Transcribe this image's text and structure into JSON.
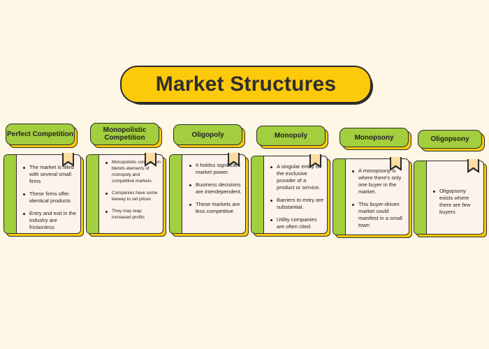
{
  "title": "Market Structures",
  "colors": {
    "background": "#FEF7E6",
    "yellow": "#FCCA0A",
    "green": "#A3CE3E",
    "card": "#FCF3EC",
    "outline": "#2B2B2B",
    "bookmark": "#FCDCA0"
  },
  "columns": [
    {
      "heading": "Perfect Competition",
      "points": [
        "The market is filled with several small firms",
        "These firms offer identical products",
        "Entry and exit in the industry are frictionless"
      ]
    },
    {
      "heading": "Monopolistic Competition",
      "points": [
        "Monopolistic competition blends elements of monopoly and competitive markets",
        "Companies have some leeway to set prices",
        "They may reap increased profits"
      ]
    },
    {
      "heading": "Oligopoly",
      "points": [
        "It holdss significant market power.",
        "Business decisions are interdependent.",
        "These markets are less competitive"
      ]
    },
    {
      "heading": "Monopoly",
      "points": [
        "A singular entity is the exclusive provider of a product or service.",
        "Barriers to entry are substantial.",
        "Utility companies are often cited."
      ]
    },
    {
      "heading": "Monopsony",
      "points": [
        "A monopsony is where there's only one buyer in the market.",
        "This buyer-driven market could manifest in a small town"
      ]
    },
    {
      "heading": "Oligopsony",
      "points": [
        "Oligopsony exists where there are few buyers"
      ]
    }
  ]
}
